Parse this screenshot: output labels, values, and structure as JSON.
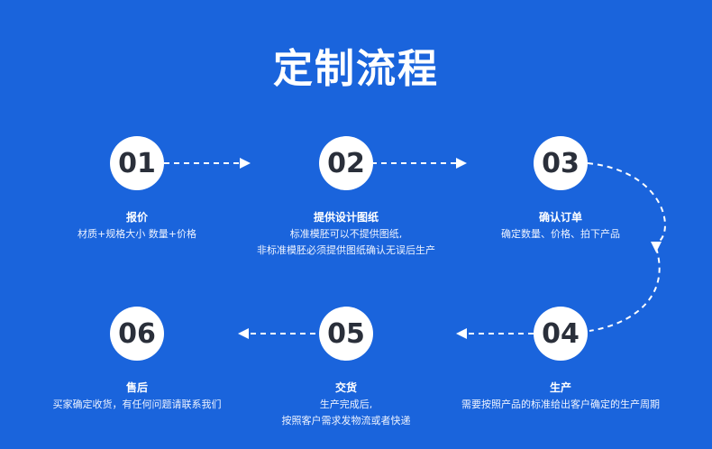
{
  "title": "定制流程",
  "colors": {
    "background": "#1a64dc",
    "circle": "#ffffff",
    "number": "#2a2f3a",
    "line": "#ffffff"
  },
  "steps": [
    {
      "number": "01",
      "title": "报价",
      "desc": [
        "材质+规格大小 数量+价格"
      ]
    },
    {
      "number": "02",
      "title": "提供设计图纸",
      "desc": [
        "标准模胚可以不提供图纸,",
        "非标准模胚必须提供图纸确认无误后生产"
      ]
    },
    {
      "number": "03",
      "title": "确认订单",
      "desc": [
        "确定数量、价格、拍下产品"
      ]
    },
    {
      "number": "04",
      "title": "生产",
      "desc": [
        "需要按照产品的标准给出客户确定的生产周期"
      ]
    },
    {
      "number": "05",
      "title": "交货",
      "desc": [
        "生产完成后,",
        "按照客户需求发物流或者快递"
      ]
    },
    {
      "number": "06",
      "title": "售后",
      "desc": [
        "买家确定收货，有任何问题请联系我们"
      ]
    }
  ]
}
